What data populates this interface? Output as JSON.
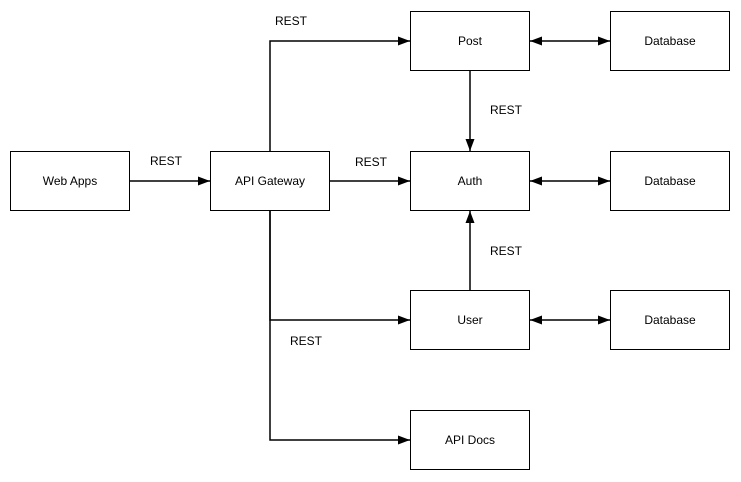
{
  "diagram": {
    "colors": {
      "background": "#ffffff",
      "stroke": "#000000",
      "box_fill": "#ffffff",
      "text": "#000000"
    },
    "nodes": {
      "web_apps": {
        "label": "Web Apps"
      },
      "api_gateway": {
        "label": "API Gateway"
      },
      "post": {
        "label": "Post"
      },
      "auth": {
        "label": "Auth"
      },
      "user": {
        "label": "User"
      },
      "api_docs": {
        "label": "API Docs"
      },
      "database_top": {
        "label": "Database"
      },
      "database_middle": {
        "label": "Database"
      },
      "database_bottom": {
        "label": "Database"
      }
    },
    "edge_labels": {
      "web_apps_to_gateway": "REST",
      "gateway_to_post": "REST",
      "gateway_to_auth": "REST",
      "post_to_auth": "REST",
      "user_to_auth": "REST",
      "gateway_to_user": "REST"
    }
  }
}
